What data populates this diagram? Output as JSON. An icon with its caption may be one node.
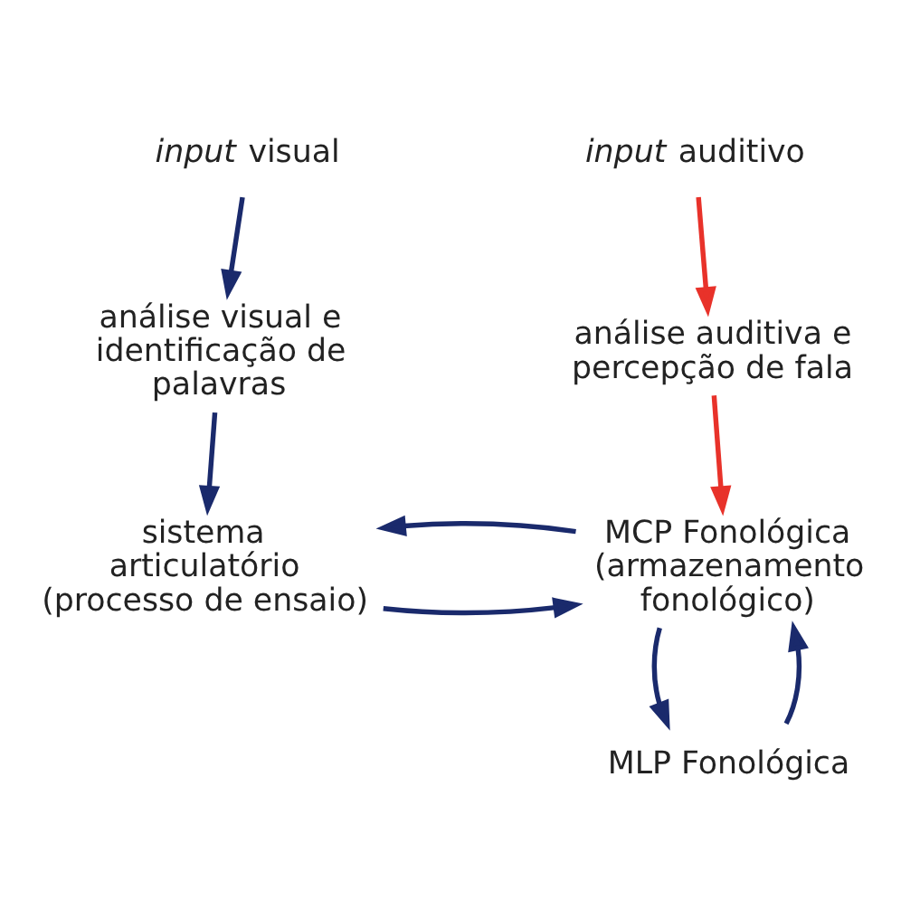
{
  "diagram": {
    "nodes": [
      {
        "text": [
          "*input* visual"
        ]
      },
      {
        "text": [
          "análise visual e identificação de palavras"
        ]
      },
      {
        "text": [
          "sistema articulatório (processo de ensaio)"
        ]
      },
      {
        "text": [
          "*input* auditivo"
        ]
      },
      {
        "text": [
          "análise auditiva e percepção de fala"
        ]
      },
      {
        "text": [
          "MCP Fonológica (armazenamento fonológico)"
        ]
      },
      {
        "text": [
          "MLP Fonológica"
        ]
      }
    ],
    "edges": [
      {
        "from": 0,
        "to": 1,
        "arrow": "to"
      },
      {
        "from": 1,
        "to": 2,
        "arrow": "to"
      },
      {
        "from": 3,
        "to": 4,
        "arrow": "to",
        "color": "#e8322a"
      },
      {
        "from": 4,
        "to": 5,
        "arrow": "to",
        "color": "#e8322a"
      },
      {
        "from": 2,
        "to": 5,
        "arrow": "to"
      },
      {
        "from": 5,
        "to": 2,
        "arrow": "to"
      },
      {
        "from": 5,
        "to": 6,
        "arrow": "to"
      },
      {
        "from": 6,
        "to": 5,
        "arrow": "to"
      }
    ]
  }
}
